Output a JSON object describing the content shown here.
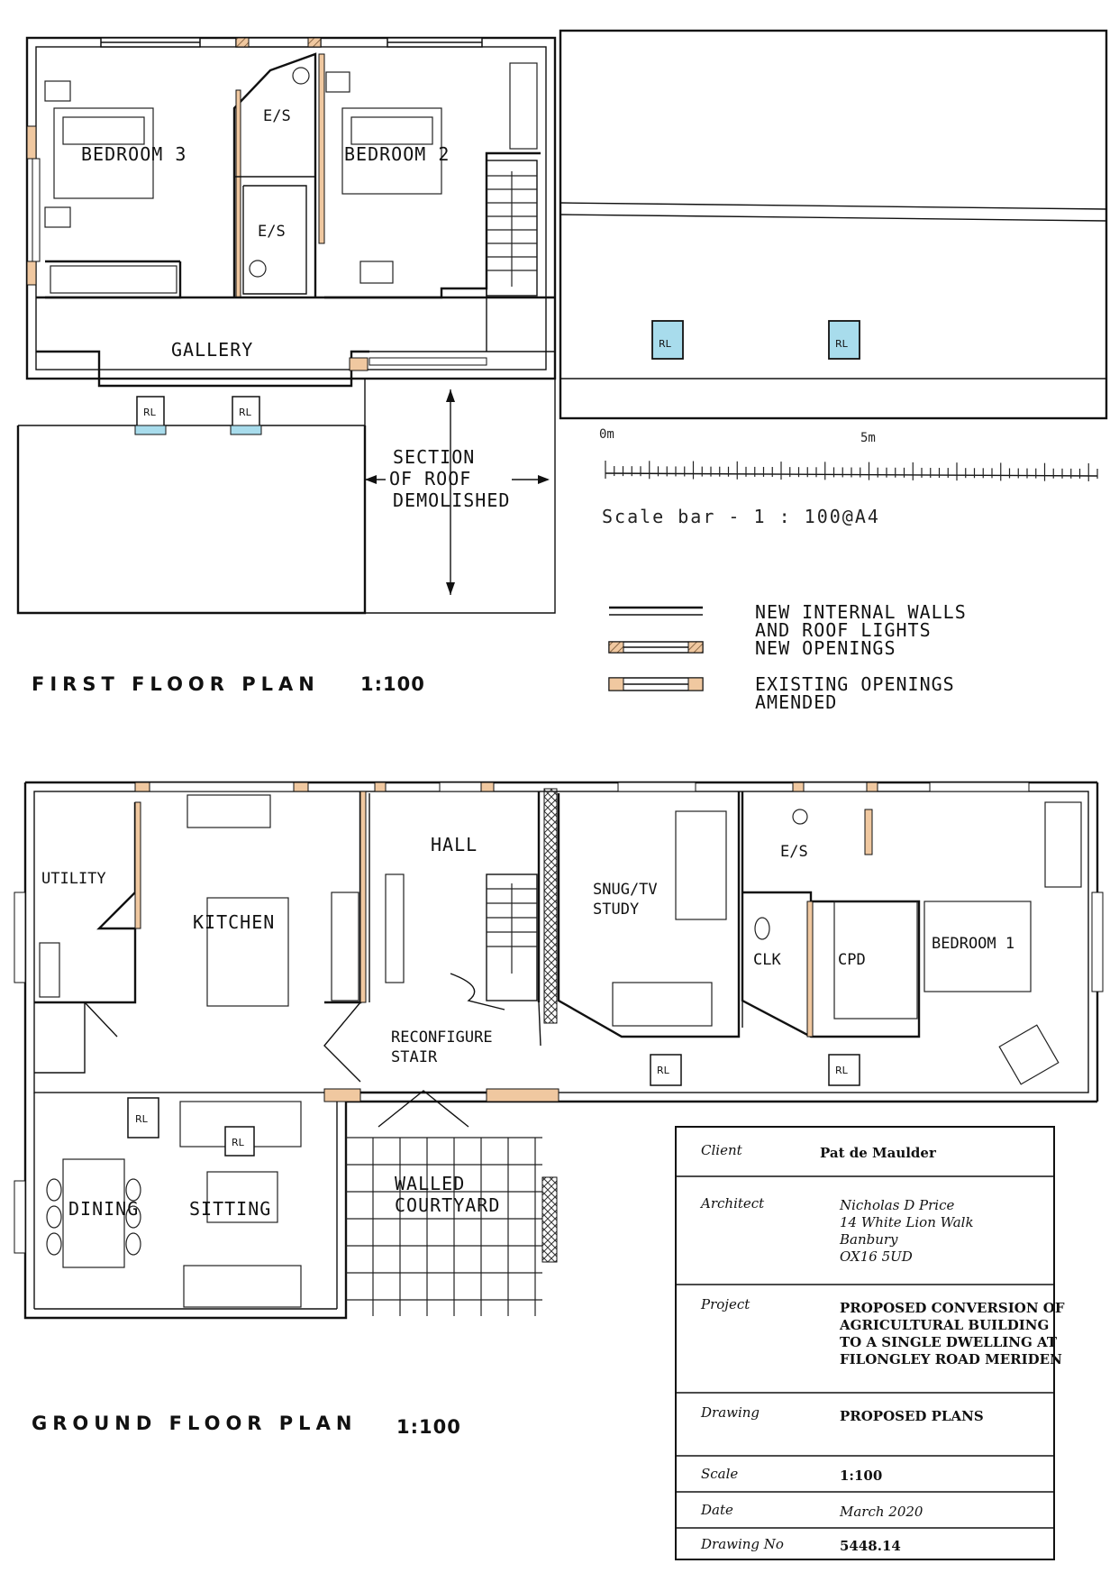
{
  "first_floor": {
    "title": "FIRST FLOOR PLAN",
    "scale": "1:100",
    "rooms": {
      "bedroom3": "BEDROOM 3",
      "bedroom2": "BEDROOM 2",
      "es1": "E/S",
      "es2": "E/S",
      "gallery": "GALLERY"
    },
    "section_note": [
      "SECTION",
      "OF ROOF",
      "DEMOLISHED"
    ],
    "rooflight": "RL"
  },
  "scale_bar": {
    "start": "0m",
    "mid": "5m",
    "caption": "Scale bar - 1 : 100@A4"
  },
  "legend": {
    "item1": [
      "NEW INTERNAL WALLS",
      "AND ROOF LIGHTS"
    ],
    "item2": "NEW OPENINGS",
    "item3": [
      "EXISTING OPENINGS",
      "AMENDED"
    ]
  },
  "ground_floor": {
    "title": "GROUND FLOOR PLAN",
    "scale": "1:100",
    "rooms": {
      "utility": "UTILITY",
      "kitchen": "KITCHEN",
      "hall": "HALL",
      "snug": [
        "SNUG/TV",
        "STUDY"
      ],
      "es": "E/S",
      "clk": "CLK",
      "cpd": "CPD",
      "bedroom1": "BEDROOM 1",
      "stair": [
        "RECONFIGURE",
        "STAIR"
      ],
      "dining": "DINING",
      "sitting": "SITTING",
      "courtyard": [
        "WALLED",
        "COURTYARD"
      ]
    },
    "rooflight": "RL"
  },
  "title_block": {
    "client_label": "Client",
    "client": "Pat de Maulder",
    "architect_label": "Architect",
    "architect": [
      "Nicholas D Price",
      "14 White Lion Walk",
      "Banbury",
      "OX16 5UD"
    ],
    "project_label": "Project",
    "project": [
      "PROPOSED CONVERSION OF",
      "AGRICULTURAL BUILDING",
      "TO A SINGLE DWELLING AT",
      "FILONGLEY ROAD MERIDEN"
    ],
    "drawing_label": "Drawing",
    "drawing": "PROPOSED PLANS",
    "scale_label": "Scale",
    "scale": "1:100",
    "date_label": "Date",
    "date": "March 2020",
    "drawing_no_label": "Drawing No",
    "drawing_no": "5448.14"
  },
  "colors": {
    "new_opening_fill": "#f0c8a0",
    "rooflight_glass": "#a8dcec",
    "ink": "#111111"
  }
}
